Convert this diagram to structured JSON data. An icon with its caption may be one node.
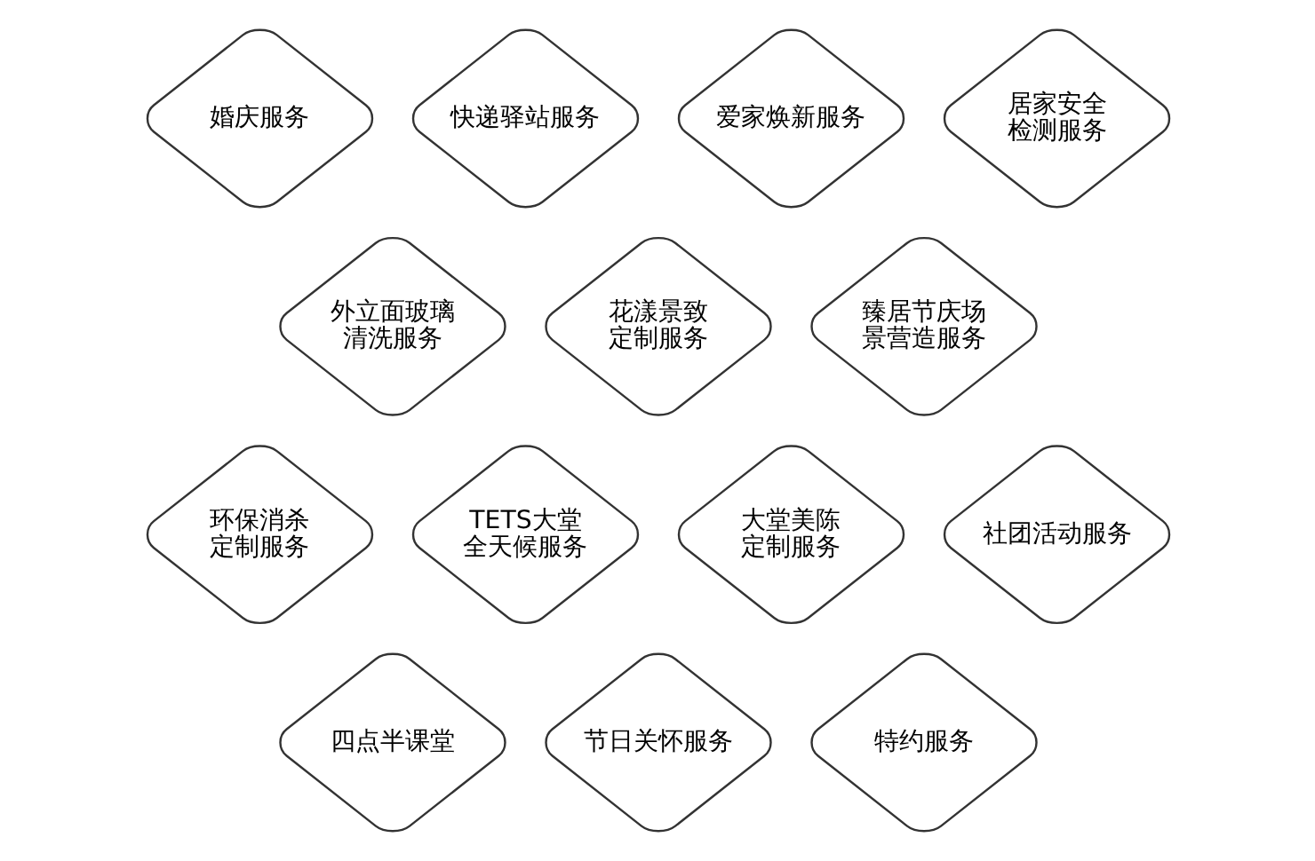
{
  "diagram": {
    "nodes": [
      {
        "text": [
          "婚庆服务"
        ]
      },
      {
        "text": [
          "快递驿站服务"
        ]
      },
      {
        "text": [
          "爱家焕新服务"
        ]
      },
      {
        "text": [
          "居家安全检测服务"
        ]
      },
      {
        "text": [
          "外立面玻璃清洗服务"
        ]
      },
      {
        "text": [
          "花漾景致定制服务"
        ]
      },
      {
        "text": [
          "臻居节庆场景营造服务"
        ]
      },
      {
        "text": [
          "环保消杀定制服务"
        ]
      },
      {
        "text": [
          "TETS大堂全天候服务"
        ]
      },
      {
        "text": [
          "大堂美陈定制服务"
        ]
      },
      {
        "text": [
          "社团活动服务"
        ]
      },
      {
        "text": [
          "四点半课堂"
        ]
      },
      {
        "text": [
          "节日关怀服务"
        ]
      },
      {
        "text": [
          "特约服务"
        ]
      }
    ],
    "edges": []
  }
}
